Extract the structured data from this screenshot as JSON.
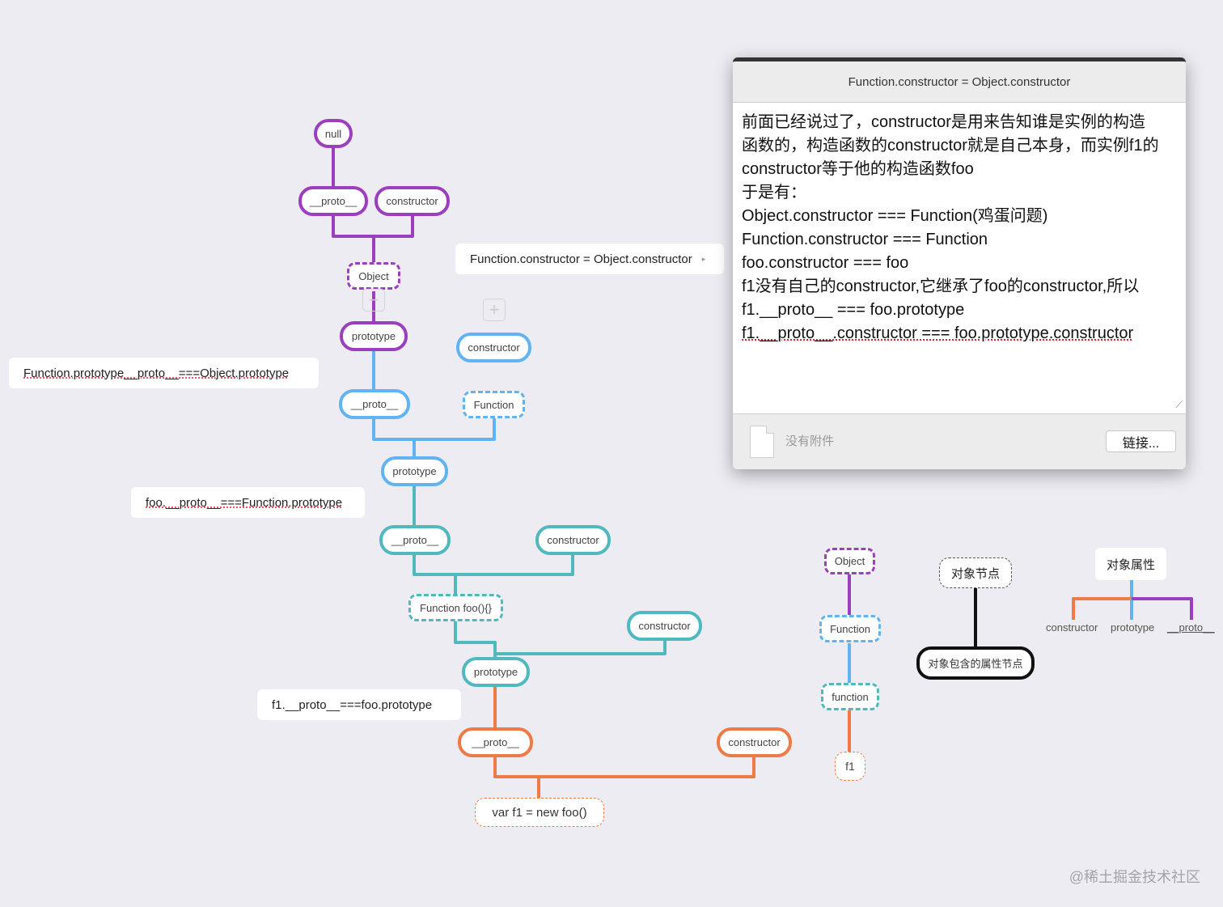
{
  "colors": {
    "purple": "#9b3fbf",
    "blue": "#62b3f2",
    "teal": "#4fb9bf",
    "orange": "#f07a46",
    "black": "#111111",
    "background": "#ececf2"
  },
  "diagram": {
    "purple": {
      "null": "null",
      "proto": "__proto__",
      "constructor": "constructor",
      "object": "Object",
      "prototype": "prototype"
    },
    "blue": {
      "proto": "__proto__",
      "constructor": "constructor",
      "function": "Function",
      "prototype": "prototype"
    },
    "teal": {
      "proto": "__proto__",
      "constructor": "constructor",
      "foo": "Function foo(){}",
      "constructor2": "constructor",
      "prototype": "prototype"
    },
    "orange": {
      "proto": "__proto__",
      "constructor": "constructor",
      "instance": "var f1 = new foo()"
    },
    "notes": {
      "n1": "Function.constructor = Object.constructor",
      "n2": "Function.prototype__proto__===Object.prototype",
      "n3": "foo.__proto__===Function.prototype",
      "n4": "f1.__proto__===foo.prototype"
    }
  },
  "legend": {
    "chain": [
      "Object",
      "Function",
      "function",
      "f1"
    ],
    "object_node": "对象节点",
    "object_props_node": "对象包含的属性节点",
    "object_attr": "对象属性",
    "attrs": [
      "constructor",
      "prototype",
      "__proto__"
    ]
  },
  "popup": {
    "title": "Function.constructor = Object.constructor",
    "lines": [
      "前面已经说过了，constructor是用来告知谁是实例的构造",
      "函数的，构造函数的constructor就是自己本身，而实例f1的",
      "constructor等于他的构造函数foo",
      "于是有：",
      "Object.constructor === Function(鸡蛋问题)",
      "Function.constructor === Function",
      "foo.constructor === foo",
      "f1没有自己的constructor,它继承了foo的constructor,所以",
      "f1.__proto__ === foo.prototype",
      "f1.__proto__.constructor === foo.prototype.constructor"
    ],
    "no_attachment": "没有附件",
    "link_button": "链接..."
  },
  "watermark": "@稀土掘金技术社区"
}
